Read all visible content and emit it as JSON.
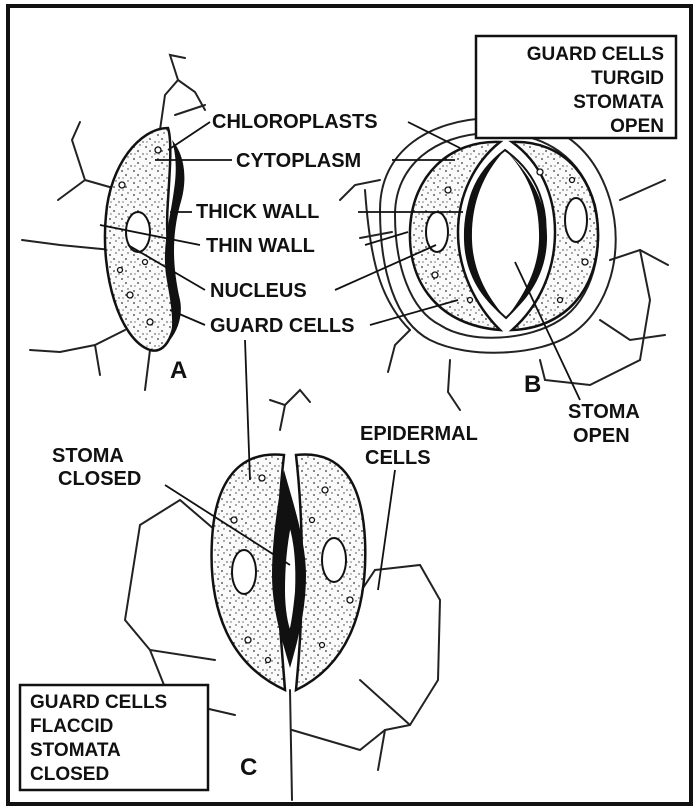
{
  "labels": {
    "chloroplasts": "CHLOROPLASTS",
    "cytoplasm": "CYTOPLASM",
    "thick_wall": "THICK WALL",
    "thin_wall": "THIN WALL",
    "nucleus": "NUCLEUS",
    "guard_cells": "GUARD CELLS",
    "epidermal_line1": "EPIDERMAL",
    "epidermal_line2": "CELLS",
    "stoma_open_line1": "STOMA",
    "stoma_open_line2": "OPEN",
    "stoma_closed_line1": "STOMA",
    "stoma_closed_line2": "CLOSED"
  },
  "panels": {
    "a": "A",
    "b": "B",
    "c": "C"
  },
  "box_open": {
    "line1": "GUARD CELLS",
    "line2": "TURGID",
    "line3": "STOMATA",
    "line4": "OPEN"
  },
  "box_closed": {
    "line1": "GUARD CELLS",
    "line2": "FLACCID",
    "line3": "STOMATA",
    "line4": "CLOSED"
  }
}
